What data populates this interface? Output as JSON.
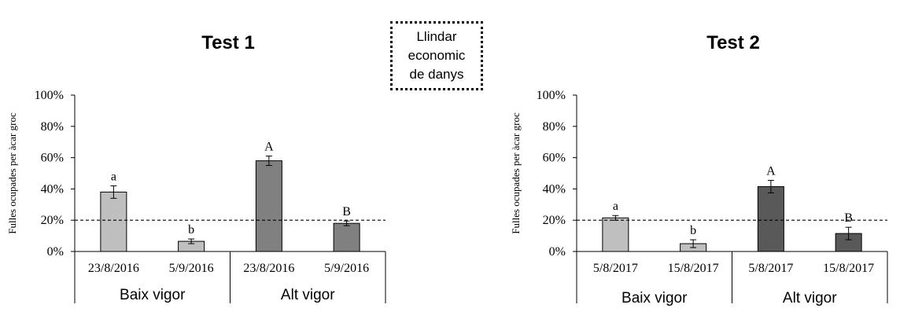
{
  "legend": {
    "lines": [
      "Llindar",
      "economic",
      "de danys"
    ]
  },
  "chart_data": [
    {
      "type": "bar",
      "title": "Test 1",
      "ylabel": "Fulles ocupades per àcar groc",
      "ylim": [
        0,
        100
      ],
      "yticks": [
        "0%",
        "20%",
        "40%",
        "60%",
        "80%",
        "100%"
      ],
      "threshold": 20,
      "groups": [
        "Baix vigor",
        "Alt vigor"
      ],
      "categories": [
        "23/8/2016",
        "5/9/2016",
        "23/8/2016",
        "5/9/2016"
      ],
      "values": [
        38,
        6.5,
        58,
        18
      ],
      "errors": [
        4,
        1.5,
        3,
        1.5
      ],
      "letters": [
        "a",
        "b",
        "A",
        "B"
      ],
      "colors": [
        "#bfbfbf",
        "#bfbfbf",
        "#808080",
        "#808080"
      ]
    },
    {
      "type": "bar",
      "title": "Test 2",
      "ylabel": "Fulles ocupades per àcar groc",
      "ylim": [
        0,
        100
      ],
      "yticks": [
        "0%",
        "20%",
        "40%",
        "60%",
        "80%",
        "100%"
      ],
      "threshold": 20,
      "groups": [
        "Baix vigor",
        "Alt vigor"
      ],
      "categories": [
        "5/8/2017",
        "15/8/2017",
        "5/8/2017",
        "15/8/2017"
      ],
      "values": [
        21.5,
        5,
        41.5,
        11.5
      ],
      "errors": [
        1.5,
        2.5,
        4,
        4
      ],
      "letters": [
        "a",
        "b",
        "A",
        "B"
      ],
      "colors": [
        "#bfbfbf",
        "#bfbfbf",
        "#595959",
        "#595959"
      ]
    }
  ]
}
